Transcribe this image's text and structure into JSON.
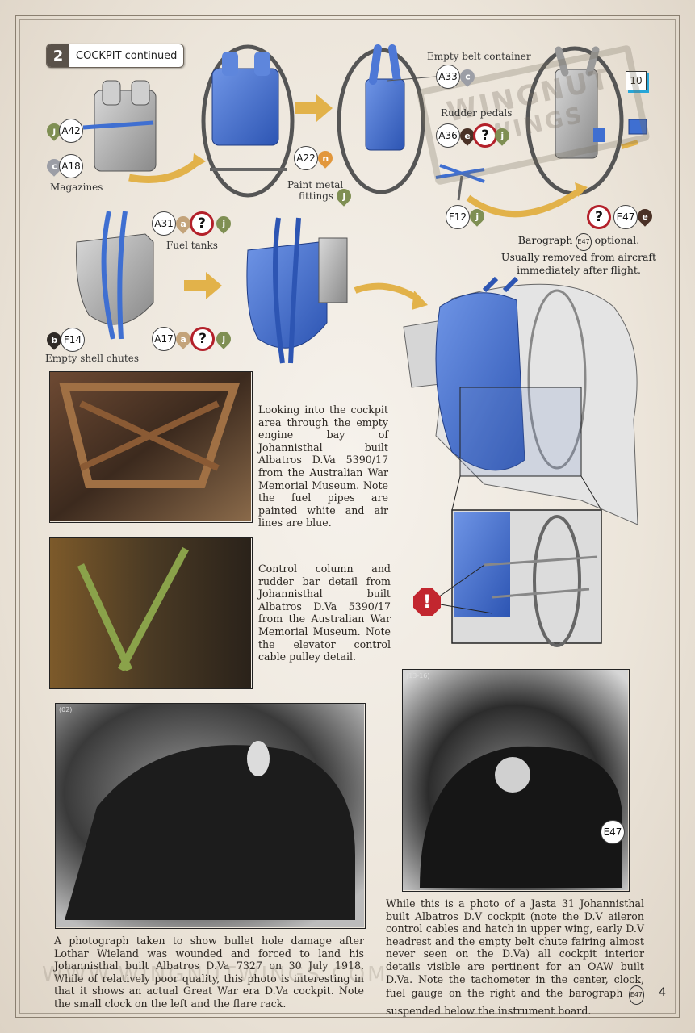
{
  "section": {
    "number": "2",
    "title": "COCKPIT continued"
  },
  "parts": {
    "a42": {
      "code": "A42",
      "paint": "j"
    },
    "a18": {
      "code": "A18",
      "paint": "c"
    },
    "a22": {
      "code": "A22",
      "paint": "n"
    },
    "a33": {
      "code": "A33",
      "paint": "c"
    },
    "a36": {
      "code": "A36",
      "paint1": "e",
      "paint2": "j"
    },
    "f12": {
      "code": "F12",
      "paint": "j"
    },
    "e47": {
      "code": "E47",
      "paint": "e"
    },
    "a31": {
      "code": "A31",
      "paint1": "a",
      "paint2": "j"
    },
    "f14": {
      "code": "F14",
      "paint": "b"
    },
    "a17": {
      "code": "A17",
      "paint1": "a",
      "paint2": "j"
    },
    "question": "?",
    "warning": "!"
  },
  "step_number": "10",
  "labels": {
    "magazines": "Magazines",
    "paint_metal": "Paint metal",
    "fittings": "fittings",
    "fittings_paint": "j",
    "empty_belt": "Empty belt container",
    "rudder_pedals": "Rudder pedals",
    "fuel_tanks": "Fuel tanks",
    "shell_chutes": "Empty shell chutes",
    "barograph_1": "Barograph",
    "barograph_code": "E47",
    "barograph_2": "optional.",
    "barograph_3": "Usually removed from aircraft",
    "barograph_4": "immediately after flight."
  },
  "texts": {
    "photo1": "Looking into the cockpit area through the empty engine bay of Johannisthal built Albatros D.Va 5390/17 from the Australian War Memorial Museum. Note the fuel pipes are painted white and air lines are blue.",
    "photo2": "Control column and rudder bar detail from Johannisthal built Albatros D.Va 5390/17 from the Australian War Memorial Museum. Note the elevator control cable pulley detail.",
    "photo3": "A photograph taken to show bullet hole damage after Lothar Wieland was wounded and forced to land his Johannisthal built Albatros D.Va 7327 on 30 July 1918. While of relatively poor quality, this photo is interesting in that it shows an actual Great War era D.Va cockpit. Note the small clock on the left and the flare rack.",
    "photo4_main": "While this is a photo of a Jasta 31 Johannisthal built Albatros D.V cockpit (note the D.V aileron control cables and hatch in upper wing, early D.V headrest and the empty belt chute fairing almost never seen on the D.Va) all cockpit interior details visible are pertinent for an OAW built D.Va. Note the tachometer in the center, clock, fuel gauge on the right and the barograph",
    "photo4_code": "E47",
    "photo4_end": "suspended below the instrument board."
  },
  "photo_notes": {
    "p3": "(02)",
    "p4": "(13-16)",
    "p4_callout": "E47"
  },
  "watermarks": {
    "stamp_top": "WINGNUT",
    "stamp_bottom": "WINGS",
    "footer": "WWW.WINGNUTWINGS.COM"
  },
  "page_number": "4",
  "colors": {
    "blue": "#3f6fd1",
    "grey": "#8d8d8d",
    "frame": "#8a7f70",
    "paint_j": "#7f8f53",
    "paint_c": "#9c9ea6",
    "paint_n": "#e2973c",
    "paint_e": "#4a3126",
    "paint_a": "#c3a37a",
    "paint_b": "#2f2a26",
    "arrow": "#e2b24a",
    "question_ring": "#b3202a"
  }
}
